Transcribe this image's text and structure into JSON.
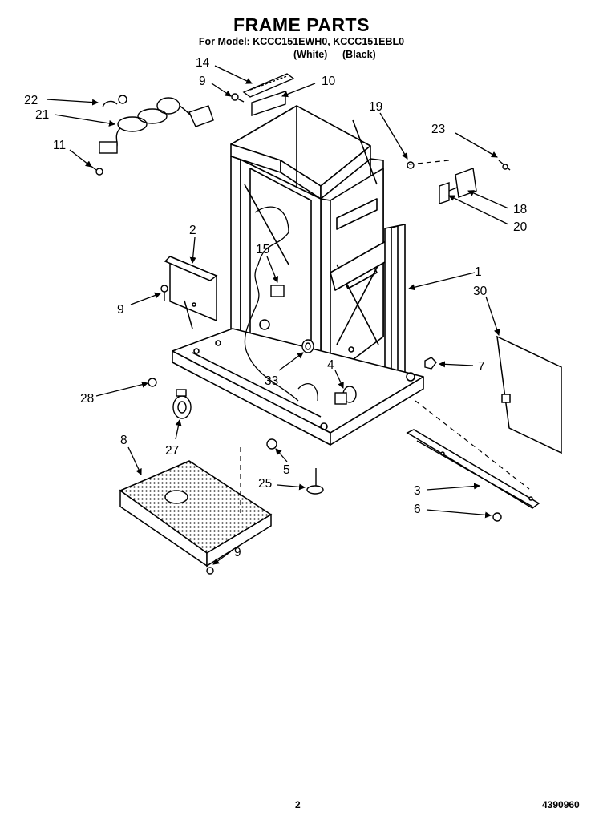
{
  "header": {
    "title": "FRAME PARTS",
    "models": "For Model: KCCC151EWH0, KCCC151EBL0",
    "color_white": "(White)",
    "color_black": "(Black)"
  },
  "callouts": [
    {
      "id": "c14",
      "label": "14"
    },
    {
      "id": "c9a",
      "label": "9"
    },
    {
      "id": "c10",
      "label": "10"
    },
    {
      "id": "c22",
      "label": "22"
    },
    {
      "id": "c21",
      "label": "21"
    },
    {
      "id": "c19",
      "label": "19"
    },
    {
      "id": "c23",
      "label": "23"
    },
    {
      "id": "c11",
      "label": "11"
    },
    {
      "id": "c18",
      "label": "18"
    },
    {
      "id": "c20",
      "label": "20"
    },
    {
      "id": "c2",
      "label": "2"
    },
    {
      "id": "c15",
      "label": "15"
    },
    {
      "id": "c1",
      "label": "1"
    },
    {
      "id": "c30",
      "label": "30"
    },
    {
      "id": "c9b",
      "label": "9"
    },
    {
      "id": "c7",
      "label": "7"
    },
    {
      "id": "c33",
      "label": "33"
    },
    {
      "id": "c4",
      "label": "4"
    },
    {
      "id": "c28",
      "label": "28"
    },
    {
      "id": "c8",
      "label": "8"
    },
    {
      "id": "c27",
      "label": "27"
    },
    {
      "id": "c5",
      "label": "5"
    },
    {
      "id": "c25",
      "label": "25"
    },
    {
      "id": "c3",
      "label": "3"
    },
    {
      "id": "c6",
      "label": "6"
    },
    {
      "id": "c9c",
      "label": "9"
    }
  ],
  "footer": {
    "page_number": "2",
    "document_number": "4390960"
  }
}
